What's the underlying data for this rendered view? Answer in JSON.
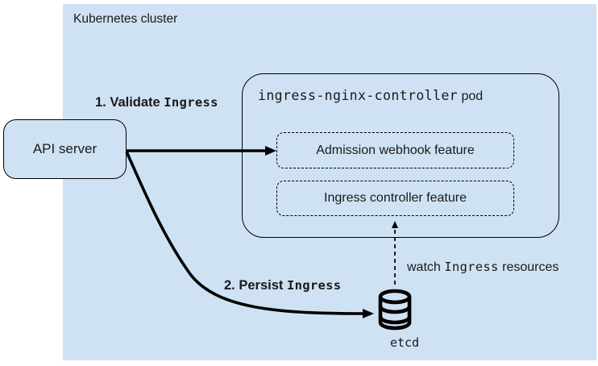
{
  "cluster": {
    "label": "Kubernetes cluster"
  },
  "api_server": {
    "label": "API server"
  },
  "pod": {
    "title_mono": "ingress-nginx-controller",
    "title_suffix": " pod",
    "features": [
      {
        "label": "Admission webhook feature"
      },
      {
        "label": "Ingress controller feature"
      }
    ]
  },
  "edges": {
    "validate": {
      "prefix": "1. Validate ",
      "mono": "Ingress"
    },
    "persist": {
      "prefix": "2. Persist ",
      "mono": "Ingress"
    },
    "watch": {
      "prefix": "watch ",
      "mono": "Ingress",
      "suffix": " resources"
    }
  },
  "etcd": {
    "label": "etcd"
  },
  "colors": {
    "cluster_background": "#cfe2f3",
    "stroke": "#000000",
    "text": "#1a1a1a"
  }
}
